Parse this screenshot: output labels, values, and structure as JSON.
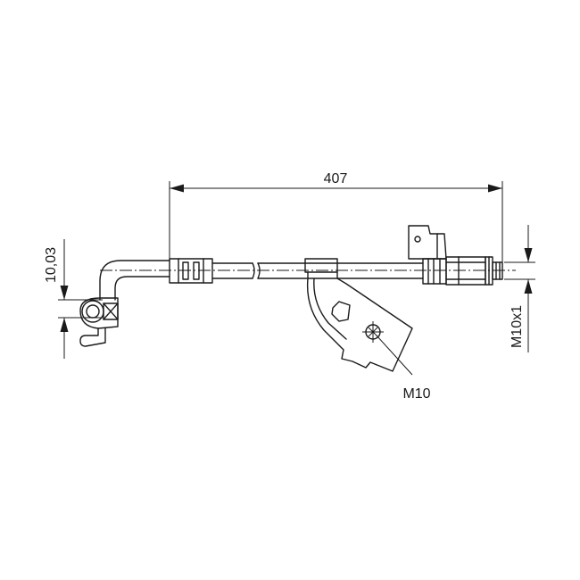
{
  "drawing": {
    "dimensions": {
      "length": "407",
      "offset": "10,03",
      "thread": "M10x1",
      "bolt": "M10"
    }
  }
}
